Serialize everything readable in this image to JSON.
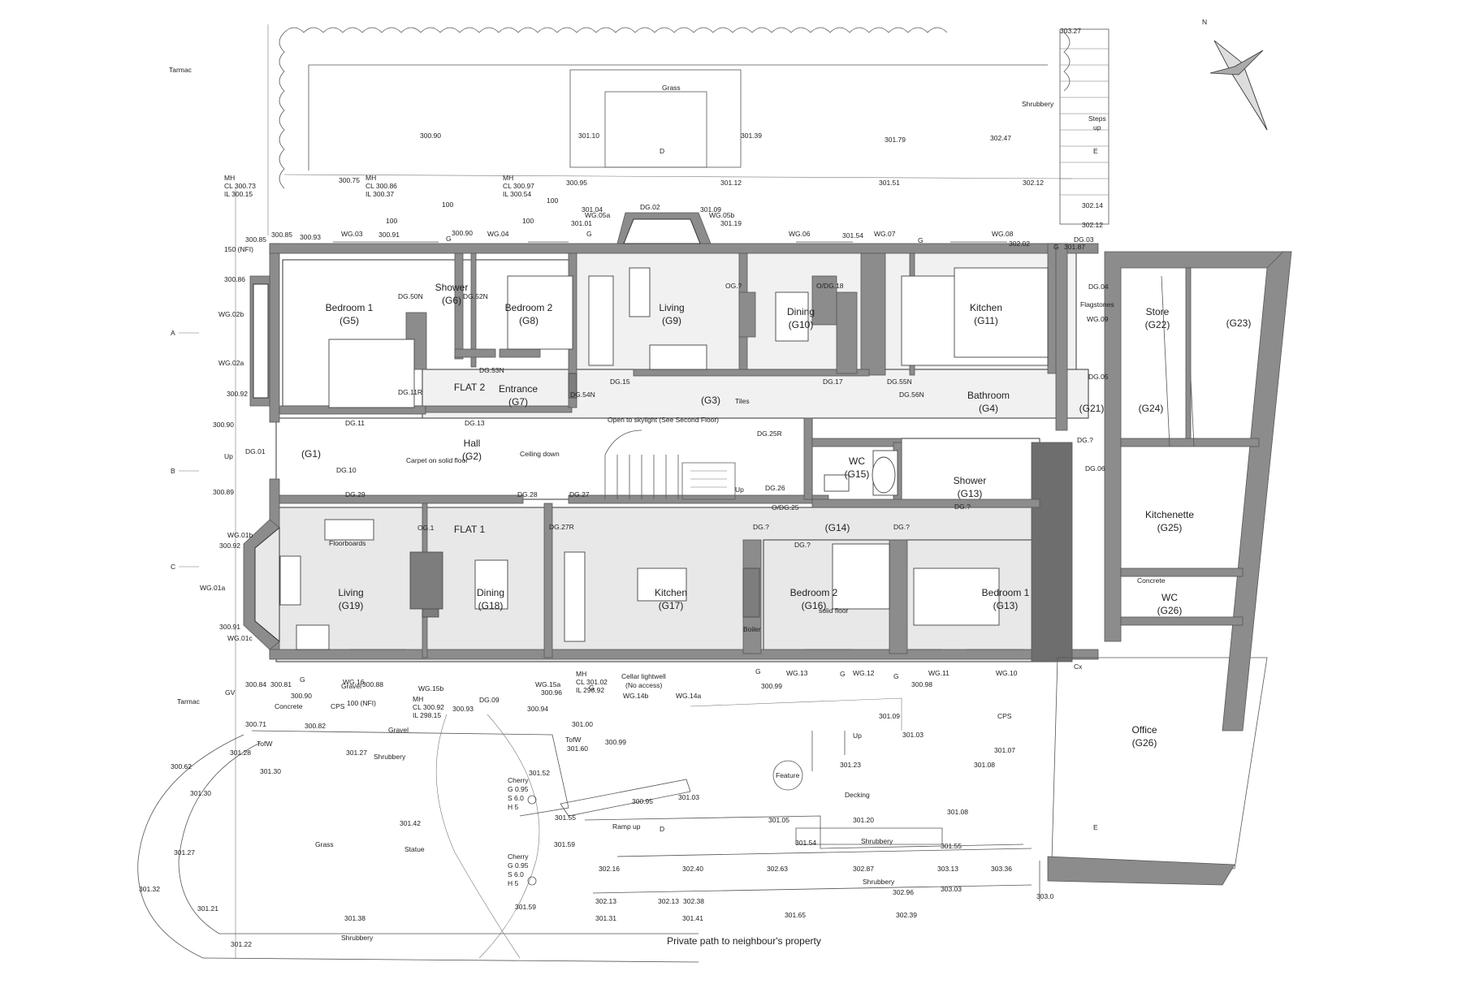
{
  "rooms": {
    "g5_name": "Bedroom 1",
    "g5_code": "(G5)",
    "g6_name": "Shower",
    "g6_code": "(G6)",
    "g8_name": "Bedroom 2",
    "g8_code": "(G8)",
    "g9_name": "Living",
    "g9_code": "(G9)",
    "g10_name": "Dining",
    "g10_code": "(G10)",
    "g11_name": "Kitchen",
    "g11_code": "(G11)",
    "g7_name": "Entrance",
    "g7_code": "(G7)",
    "g3_code": "(G3)",
    "g4_name": "Bathroom",
    "g4_code": "(G4)",
    "g1_code": "(G1)",
    "g2_name": "Hall",
    "g2_code": "(G2)",
    "g15_name": "WC",
    "g15_code": "(G15)",
    "g13s_name": "Shower",
    "g13s_code": "(G13)",
    "g14_code": "(G14)",
    "g19_name": "Living",
    "g19_code": "(G19)",
    "g18_name": "Dining",
    "g18_code": "(G18)",
    "g17_name": "Kitchen",
    "g17_code": "(G17)",
    "g16_name": "Bedroom 2",
    "g16_code": "(G16)",
    "g13b_name": "Bedroom 1",
    "g13b_code": "(G13)",
    "g22_name": "Store",
    "g22_code": "(G22)",
    "g23_code": "(G23)",
    "g24_code": "(G24)",
    "g21_code": "(G21)",
    "g25_name": "Kitchenette",
    "g25_code": "(G25)",
    "g26wc_name": "WC",
    "g26wc_code": "(G26)",
    "g26o_name": "Office",
    "g26o_code": "(G26)"
  },
  "flats": {
    "flat1": "FLAT 1",
    "flat2": "FLAT 2"
  },
  "external": {
    "tarmac_top": "Tarmac",
    "tarmac_bottom": "Tarmac",
    "grass_top": "Grass",
    "grass_bottom": "Grass",
    "shrubbery_top": "Shrubbery",
    "shrubbery_1": "Shrubbery",
    "shrubbery_2": "Shrubbery",
    "shrubbery_3": "Shrubbery",
    "shrubbery_4": "Shrubbery",
    "steps": "Steps",
    "steps_up": "up",
    "gravel_1": "Gravel",
    "gravel_2": "Gravel",
    "concrete_1": "Concrete",
    "cps_1": "CPS",
    "cps_2": "CPS",
    "feature": "Feature",
    "decking": "Decking",
    "up": "Up",
    "up_left": "Up",
    "statue": "Statue",
    "ramp_up": "Ramp up",
    "cellar": "Cellar lightwell",
    "no_access": "(No access)",
    "private_path": "Private path to neighbour's property",
    "cherry1": "Cherry",
    "cherry1_g": "G 0.95",
    "cherry1_s": "S 6.0",
    "cherry1_h": "H 5",
    "cherry2": "Cherry",
    "cherry2_g": "G 0.95",
    "cherry2_s": "S 6.0",
    "cherry2_h": "H 5",
    "mh1": "MH",
    "mh1_cl": "CL 300.73",
    "mh1_il": "IL 300.15",
    "mh2": "MH",
    "mh2_cl": "CL 300.86",
    "mh2_il": "IL 300.37",
    "mh3": "MH",
    "mh3_cl": "CL 300.97",
    "mh3_il": "IL 300.54",
    "mh4": "MH",
    "mh4_cl": "CL 300.92",
    "mh4_il": "IL 298.15",
    "mh5": "MH",
    "mh5_cl": "CL 301.02",
    "mh5_il": "IL 298.92",
    "d_top": "D",
    "d_ramp": "D",
    "e_top": "E",
    "e_bottom": "E",
    "gv": "GV",
    "north": "N"
  },
  "windows": {
    "wg03": "WG.03",
    "wg04": "WG.04",
    "wg05a": "WG.05a",
    "wg05b": "WG.05b",
    "wg06": "WG.06",
    "wg07": "WG.07",
    "wg08": "WG.08",
    "wg02b": "WG.02b",
    "wg02a": "WG.02a",
    "wg01b": "WG.01b",
    "wg01a": "WG.01a",
    "wg01c": "WG.01c",
    "wg16": "WG.16",
    "wg15b": "WG.15b",
    "wg15a": "WG.15a",
    "wg14b": "WG.14b",
    "wg14a": "WG.14a",
    "wg13": "WG.13",
    "wg12": "WG.12",
    "wg11": "WG.11",
    "wg10": "WG.10",
    "wg09": "WG.09",
    "og1": "OG.1",
    "ogq": "OG.?"
  },
  "doors": {
    "dg02": "DG.02",
    "dg01": "DG.01",
    "dg03": "DG.03",
    "dg04": "DG.04",
    "dg05": "DG.05",
    "dg06": "DG.06",
    "dgq_g21": "DG.?",
    "dg09": "DG.09",
    "dg10": "DG.10",
    "dg11": "DG.11",
    "dg11r": "DG.11R",
    "dg13": "DG.13",
    "dg15": "DG.15",
    "dg17": "DG.17",
    "dg18": "O/DG.18",
    "dg25": "O/DG.25",
    "dg25r": "DG.25R",
    "dg26": "DG.26",
    "dg27": "DG.27",
    "dg27r": "DG.27R",
    "dg28": "DG.28",
    "dg29": "DG.29",
    "dg50n": "DG.50N",
    "dg52n": "DG.52N",
    "dg53n": "DG.53N",
    "dg54n": "DG.54N",
    "dg55n": "DG.55N",
    "dg56n": "DG.56N",
    "dgq1": "DG.?",
    "dgq2": "DG.?",
    "dgq3": "DG.?",
    "dgq4": "DG.?"
  },
  "levels": {
    "l1": "300.90",
    "l2": "301.10",
    "l3": "301.39",
    "l4": "301.79",
    "l5": "302.47",
    "l6": "303.27",
    "l7": "300.75",
    "l8": "300.95",
    "l9": "301.12",
    "l10": "301.51",
    "l11": "302.12",
    "l12": "302.14",
    "l13": "302.12",
    "l14": "300.85",
    "l15": "300.85",
    "l16": "300.93",
    "l17": "300.91",
    "l18": "300.90",
    "l19": "301.04",
    "l20": "301.01",
    "l21": "301.09",
    "l22": "301.19",
    "l23": "301.54",
    "l24": "302.02",
    "l25": "301.87",
    "l26": "300.86",
    "l27": "300.92",
    "l28": "300.90",
    "l29": "300.89",
    "l30": "300.92",
    "l31": "300.91",
    "l32": "300.84",
    "l33": "300.81",
    "l34": "300.88",
    "l35": "300.90",
    "l36": "300.93",
    "l37": "300.94",
    "l38": "300.96",
    "l39": "300.99",
    "l40": "300.98",
    "l41": "300.71",
    "l42": "300.82",
    "l43": "301.00",
    "l44": "301.28",
    "l45": "301.27",
    "l46": "301.60",
    "l47": "300.99",
    "l48": "300.62",
    "l49": "301.30",
    "l50": "301.30",
    "l51": "301.52",
    "l52": "300.95",
    "l53": "301.03",
    "l54": "301.09",
    "l55": "301.03",
    "l56": "301.23",
    "l57": "301.08",
    "l58": "301.07",
    "l59": "301.55",
    "l60": "301.42",
    "l61": "301.27",
    "l62": "301.59",
    "l63": "301.05",
    "l64": "301.20",
    "l65": "301.08",
    "l66": "301.54",
    "l67": "301.55",
    "l68": "301.32",
    "l69": "302.16",
    "l70": "302.40",
    "l71": "302.63",
    "l72": "302.87",
    "l73": "303.13",
    "l74": "303.36",
    "l75": "301.59",
    "l76": "302.13",
    "l77": "302.13",
    "l78": "302.38",
    "l79": "302.96",
    "l80": "303.03",
    "l81": "301.21",
    "l82": "301.38",
    "l83": "301.31",
    "l84": "301.41",
    "l85": "301.65",
    "l86": "302.39",
    "l87": "301.22",
    "l88": "303.0",
    "tofw": "TofW",
    "dim100a": "100",
    "dim100b": "100",
    "dim100c": "100",
    "dim100d": "100",
    "dim150": "150 (NFI)",
    "dim100nfi": "100 (NFI)"
  },
  "sections": {
    "a": "A",
    "b": "B",
    "c": "C",
    "cx": "Cx"
  },
  "misc": {
    "up_stair": "Up",
    "boiler": "Boiler",
    "flagstones": "Flagstones",
    "tiles": "Tiles",
    "floorboards": "Floorboards",
    "solid_floor": "solid floor",
    "concrete_sm": "Concrete",
    "carpet": "Carpet on solid floor",
    "open_skylight": "Open to skylight (See Second Floor)",
    "ceiling_down": "Ceiling down",
    "g_marker": "G"
  }
}
